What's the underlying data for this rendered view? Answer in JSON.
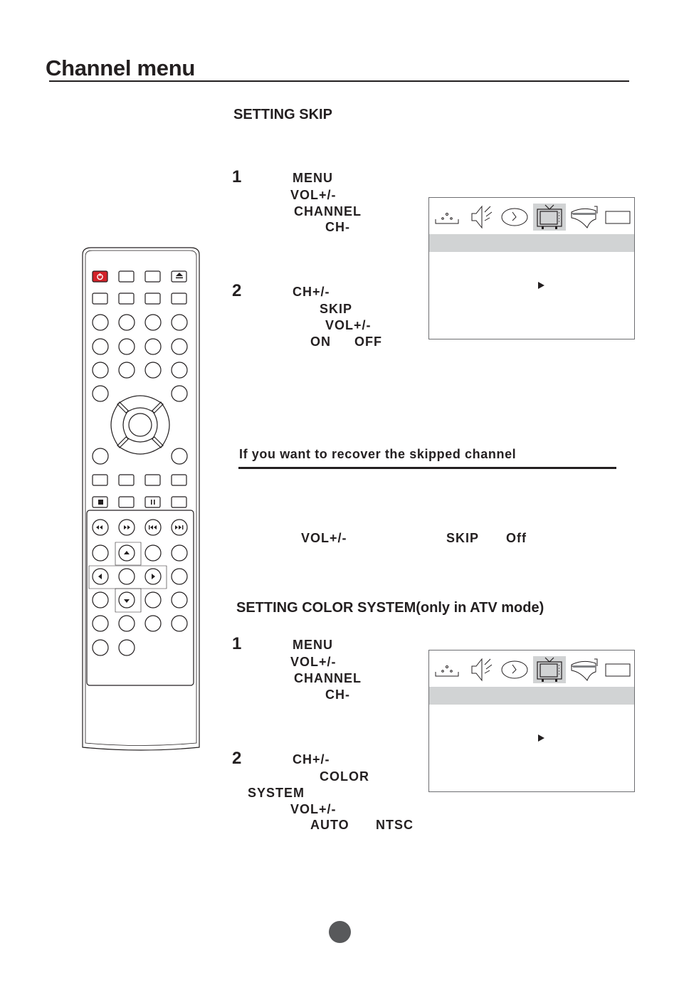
{
  "page": {
    "title": "Channel menu"
  },
  "skip_section": {
    "heading": "SETTING SKIP",
    "step1": {
      "number": "1",
      "line1": "MENU",
      "line2": "VOL+/-",
      "line3": "CHANNEL",
      "line4": "CH-"
    },
    "step2": {
      "number": "2",
      "line1": "CH+/-",
      "line2": "SKIP",
      "line3": "VOL+/-",
      "on": "ON",
      "off": "OFF"
    }
  },
  "recover_note": {
    "heading": "If you want to recover the skipped channel",
    "kw_vol": "VOL+/-",
    "kw_skip": "SKIP",
    "kw_off": "Off"
  },
  "color_section": {
    "heading": "SETTING COLOR SYSTEM(only in ATV mode)",
    "step1": {
      "number": "1",
      "line1": "MENU",
      "line2": "VOL+/-",
      "line3": "CHANNEL",
      "line4": "CH-"
    },
    "step2": {
      "number": "2",
      "line1": "CH+/-",
      "line2": "COLOR",
      "line3": "SYSTEM",
      "line4": "VOL+/-",
      "auto": "AUTO",
      "ntsc": "NTSC"
    }
  },
  "osd_menu": {
    "icons": [
      "picture-icon",
      "sound-icon",
      "clock-icon",
      "tv-channel-icon",
      "function-icon",
      "blank-tab-icon"
    ],
    "selected_icon": "tv-channel-icon",
    "arrow": "right-arrow-icon"
  },
  "remote": {
    "power_color": "#d2232a"
  }
}
